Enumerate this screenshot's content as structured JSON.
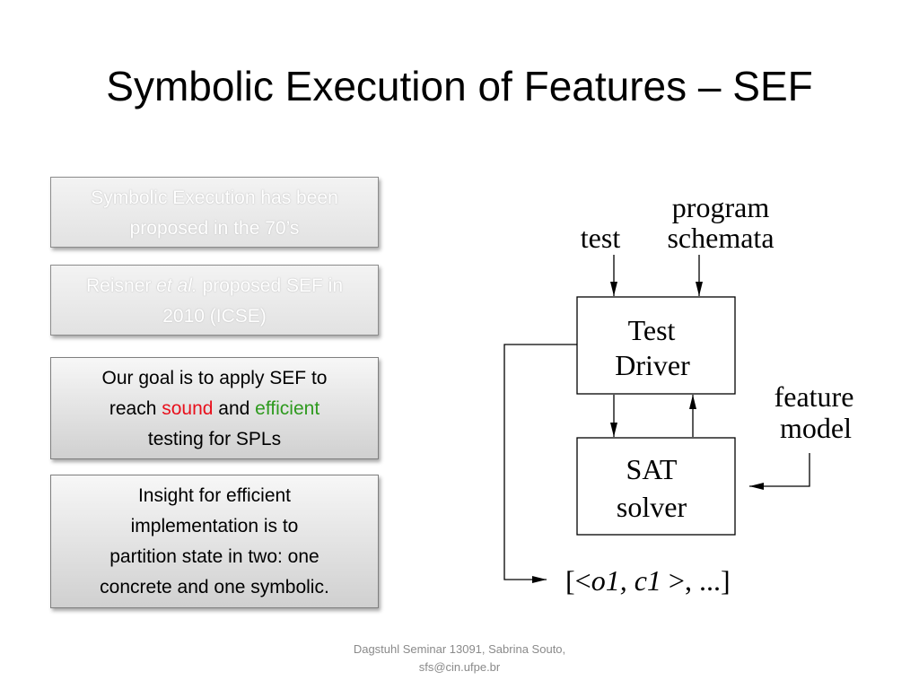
{
  "slide": {
    "title": "Symbolic Execution of Features – SEF",
    "boxes": [
      {
        "lines": [
          "Symbolic Execution has been",
          "proposed in the 70’s"
        ]
      },
      {
        "line1_pre": "Reisner ",
        "line1_italic": "et al.",
        "line1_post": " proposed SEF in",
        "line2": "2010 (ICSE)"
      },
      {
        "line1": "Our goal is to apply SEF to",
        "line2_pre": "reach ",
        "line2_red": "sound",
        "line2_mid": " and ",
        "line2_green": "efficient",
        "line3": "testing for SPLs"
      },
      {
        "lines": [
          "Insight for efficient",
          "implementation is to",
          "partition state in two: one",
          "concrete and one symbolic."
        ]
      }
    ],
    "footer": {
      "line1": "Dagstuhl Seminar 13091, Sabrina Souto,",
      "line2": "sfs@cin.ufpe.br"
    }
  },
  "diagram": {
    "input_test": "test",
    "input_schemata_line1": "program",
    "input_schemata_line2": "schemata",
    "test_driver_line1": "Test",
    "test_driver_line2": "Driver",
    "sat_solver_line1": "SAT",
    "sat_solver_line2": "solver",
    "feature_model_line1": "feature",
    "feature_model_line2": "model",
    "output_open": "[<",
    "output_italic": "o1, c1",
    "output_close": " >, ...]"
  },
  "colors": {
    "sound": "#e8101c",
    "efficient": "#2e9a1e",
    "footer": "#8a8a8a"
  }
}
